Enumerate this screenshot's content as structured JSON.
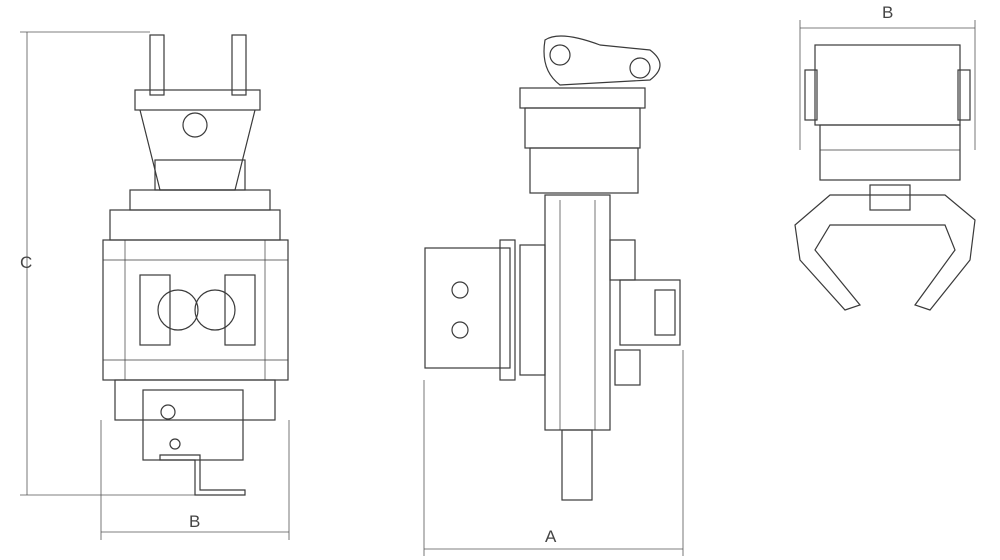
{
  "dimensions": {
    "height_label": "C",
    "front_width_label": "B",
    "side_length_label": "A",
    "top_width_label": "B"
  }
}
